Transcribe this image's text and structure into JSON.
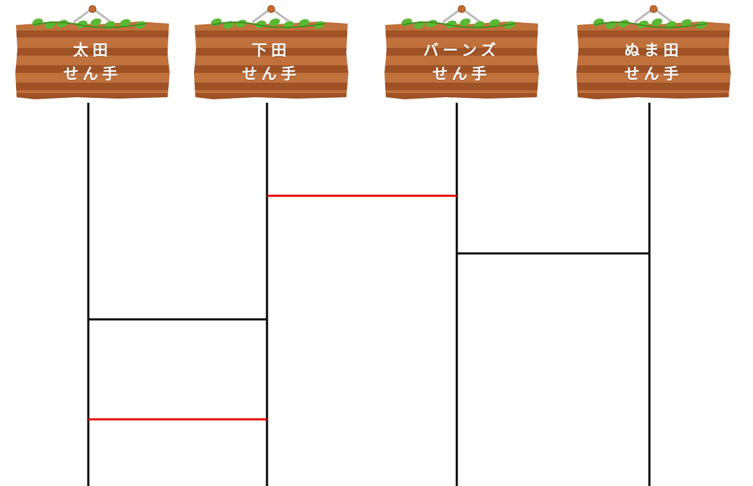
{
  "players": [
    {
      "name": "太田",
      "suffix": "せん手"
    },
    {
      "name": "下田",
      "suffix": "せん手"
    },
    {
      "name": "バーンズ",
      "suffix": "せん手"
    },
    {
      "name": "ぬま田",
      "suffix": "せん手"
    }
  ],
  "rungs": [
    {
      "from": 1,
      "to": 2,
      "level": 0.242,
      "color": "#e60000"
    },
    {
      "from": 2,
      "to": 3,
      "level": 0.394,
      "color": "#000000"
    },
    {
      "from": 0,
      "to": 1,
      "level": 0.566,
      "color": "#000000"
    },
    {
      "from": 0,
      "to": 1,
      "level": 0.826,
      "color": "#e60000"
    }
  ],
  "colors": {
    "line": "#000000",
    "highlight": "#e60000",
    "board_light": "#c0713c",
    "board_dark": "#9e5226",
    "leaf": "#5bb834",
    "hanger": "#b9b9b9",
    "pin": "#c96b30"
  },
  "icons": [
    "wooden-sign-icon",
    "leaf-icon",
    "hanger-pin-icon"
  ]
}
